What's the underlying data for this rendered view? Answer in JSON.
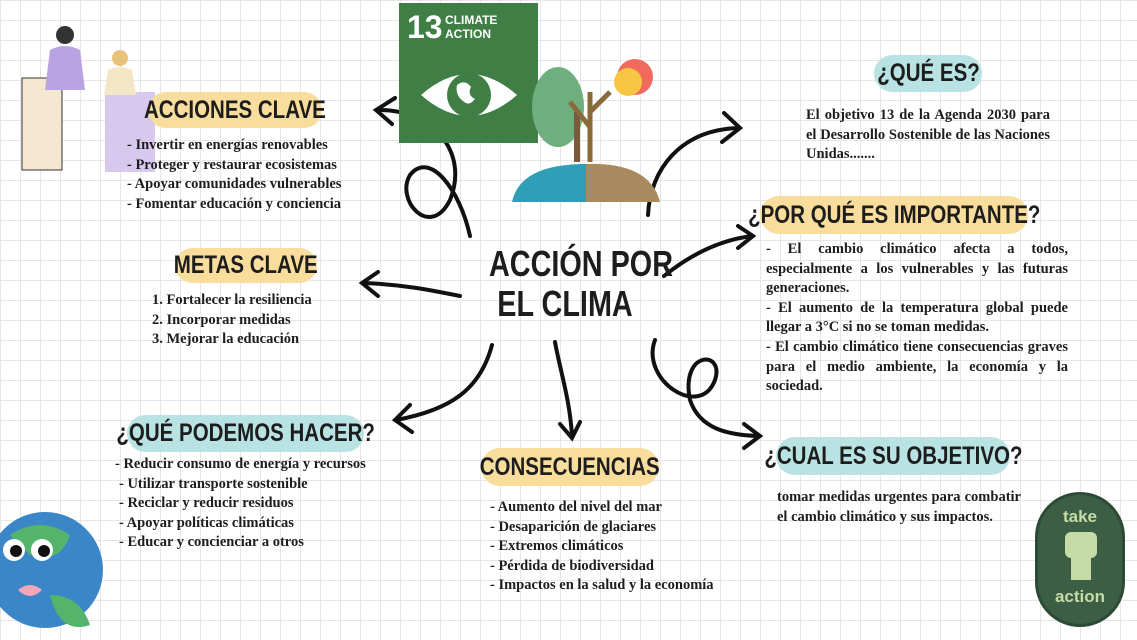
{
  "title": {
    "line1": "ACCIÓN POR",
    "line2": "EL  CLIMA"
  },
  "sdg_badge": {
    "number": "13",
    "label_line1": "CLIMATE",
    "label_line2": "ACTION",
    "color": "#3f7e44"
  },
  "take_action_badge": {
    "line1": "take",
    "line2": "action",
    "color": "#3b5e45"
  },
  "colors": {
    "yellow_pill": "#f9dd9c",
    "blue_pill": "#b9e2e3"
  },
  "acciones_clave": {
    "heading": "ACCIONES CLAVE",
    "items": [
      "- Invertir en energías renovables",
      "- Proteger y restaurar ecosistemas",
      "- Apoyar comunidades vulnerables",
      "- Fomentar educación y conciencia"
    ]
  },
  "metas_clave": {
    "heading": "METAS CLAVE",
    "items": [
      "1. Fortalecer la resiliencia",
      "2. Incorporar medidas",
      "3. Mejorar la educación"
    ]
  },
  "que_podemos_hacer": {
    "heading": "¿QUÉ PODEMOS HACER?",
    "items": [
      "- Reducir consumo de energía y recursos",
      "- Utilizar transporte sostenible",
      "- Reciclar y reducir residuos",
      "- Apoyar políticas climáticas",
      "- Educar y concienciar a otros"
    ]
  },
  "consecuencias": {
    "heading": "CONSECUENCIAS",
    "items": [
      "- Aumento del nivel del mar",
      "- Desaparición de glaciares",
      "- Extremos climáticos",
      "- Pérdida de biodiversidad",
      "- Impactos en la salud y la economía"
    ]
  },
  "que_es": {
    "heading": "¿QUÉ ES?",
    "text": "El objetivo 13 de la Agenda 2030 para el Desarrollo Sostenible de las Naciones Unidas......."
  },
  "por_que": {
    "heading": "¿POR QUÉ ES IMPORTANTE?",
    "items": [
      "- El cambio climático afecta a todos, especialmente a los vulnerables y las futuras generaciones.",
      "- El aumento de la temperatura global puede llegar a 3°C si no se toman medidas.",
      "- El cambio climático tiene consecuencias graves para el medio ambiente, la economía y la sociedad."
    ]
  },
  "objetivo": {
    "heading": "¿CUAL ES SU OBJETIVO?",
    "text": "tomar medidas urgentes para combatir el cambio climático y sus impactos."
  }
}
